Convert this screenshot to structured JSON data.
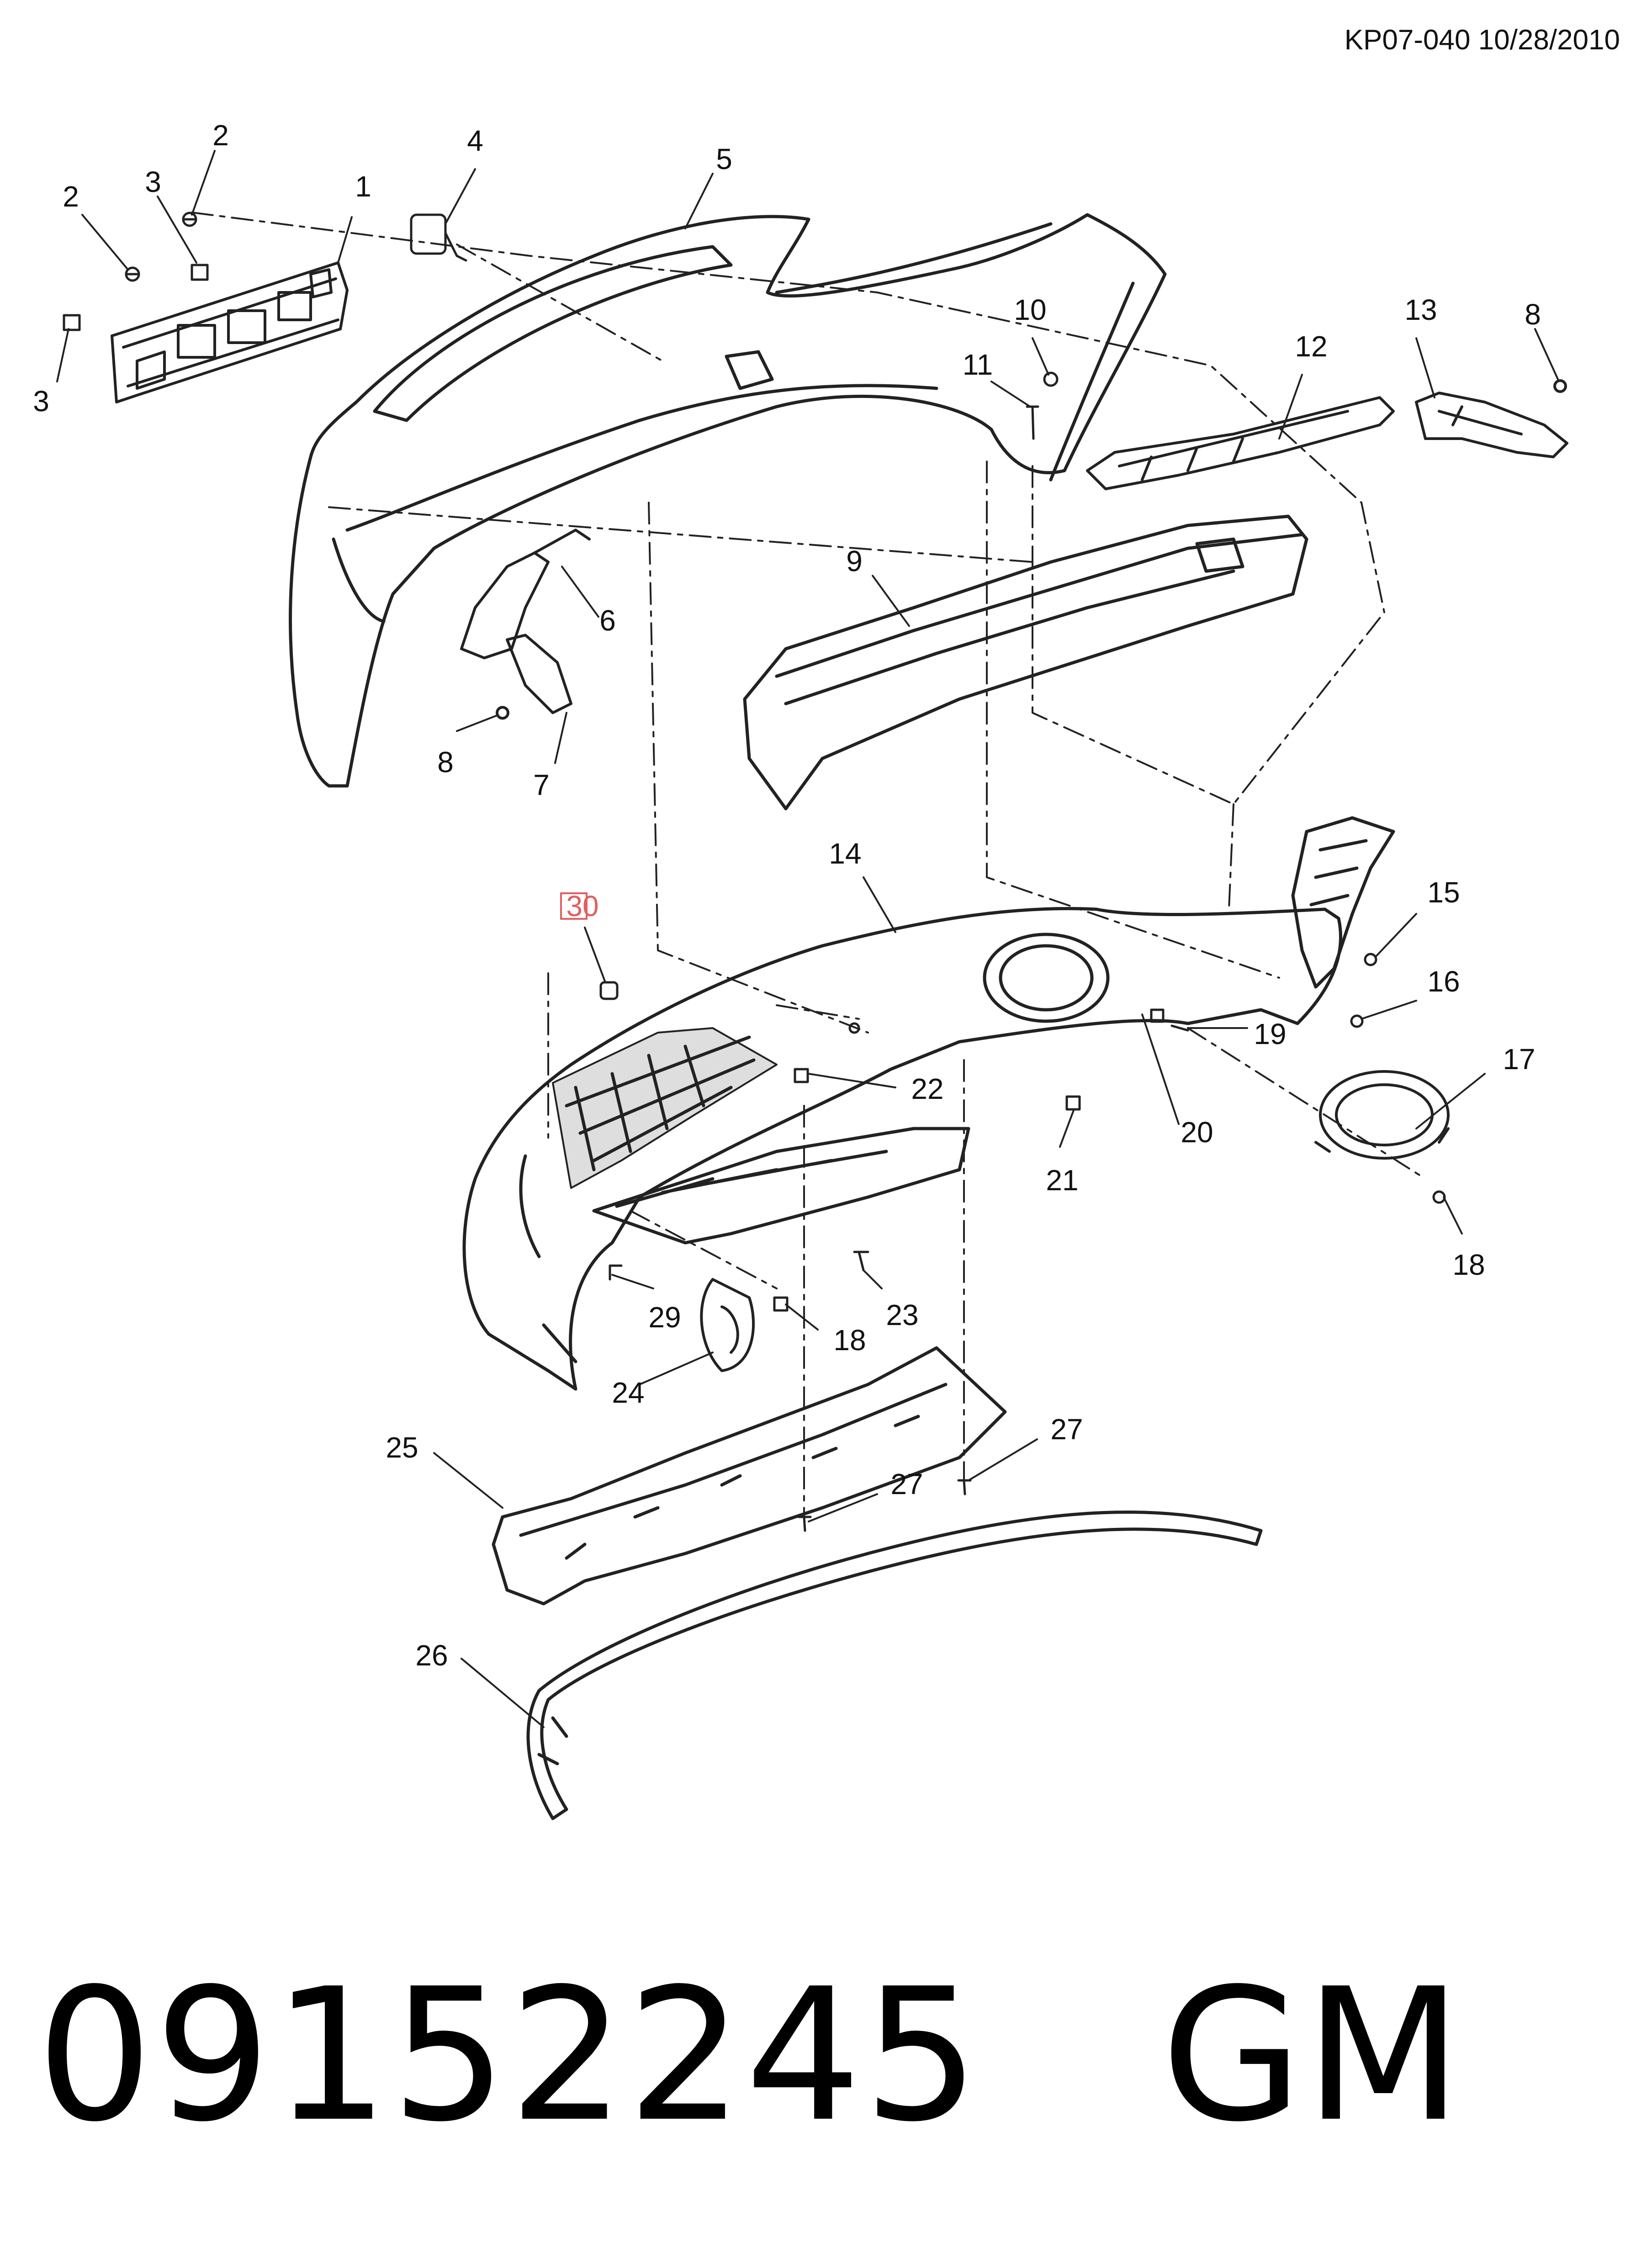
{
  "header": {
    "doc_code": "KP07-040 10/28/2010"
  },
  "footer": {
    "part_number": "09152245",
    "brand": "GM"
  },
  "callouts": [
    {
      "id": "c1",
      "label": "1"
    },
    {
      "id": "c2a",
      "label": "2"
    },
    {
      "id": "c2b",
      "label": "2"
    },
    {
      "id": "c3a",
      "label": "3"
    },
    {
      "id": "c3b",
      "label": "3"
    },
    {
      "id": "c4",
      "label": "4"
    },
    {
      "id": "c5",
      "label": "5"
    },
    {
      "id": "c6",
      "label": "6"
    },
    {
      "id": "c7",
      "label": "7"
    },
    {
      "id": "c8a",
      "label": "8"
    },
    {
      "id": "c8b",
      "label": "8"
    },
    {
      "id": "c9",
      "label": "9"
    },
    {
      "id": "c10",
      "label": "10"
    },
    {
      "id": "c11",
      "label": "11"
    },
    {
      "id": "c12",
      "label": "12"
    },
    {
      "id": "c13",
      "label": "13"
    },
    {
      "id": "c14",
      "label": "14"
    },
    {
      "id": "c15",
      "label": "15"
    },
    {
      "id": "c16",
      "label": "16"
    },
    {
      "id": "c17",
      "label": "17"
    },
    {
      "id": "c18a",
      "label": "18"
    },
    {
      "id": "c18b",
      "label": "18"
    },
    {
      "id": "c19",
      "label": "19"
    },
    {
      "id": "c20",
      "label": "20"
    },
    {
      "id": "c21",
      "label": "21"
    },
    {
      "id": "c22",
      "label": "22"
    },
    {
      "id": "c23",
      "label": "23"
    },
    {
      "id": "c24",
      "label": "24"
    },
    {
      "id": "c25",
      "label": "25"
    },
    {
      "id": "c26",
      "label": "26"
    },
    {
      "id": "c27a",
      "label": "27"
    },
    {
      "id": "c27b",
      "label": "27"
    },
    {
      "id": "c29",
      "label": "29"
    },
    {
      "id": "c30",
      "label": "30",
      "highlight": "#e06060"
    }
  ]
}
